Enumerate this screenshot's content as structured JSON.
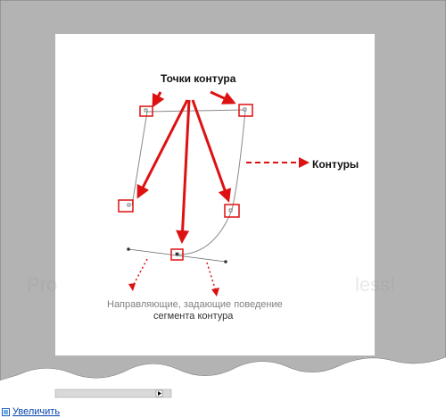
{
  "labels": {
    "anchor_points": "Точки контура",
    "contours": "Контуры",
    "guides_line": "Направляющие, задающие поведение",
    "segment_line": "сегмента контура"
  },
  "watermark": {
    "left": "Pro",
    "right": "less!"
  },
  "link": {
    "zoom": "Увеличить"
  },
  "colors": {
    "arrow": "#dd1111",
    "frame": "#b3b3b3",
    "canvas": "#ffffff",
    "link": "#0645ad"
  }
}
